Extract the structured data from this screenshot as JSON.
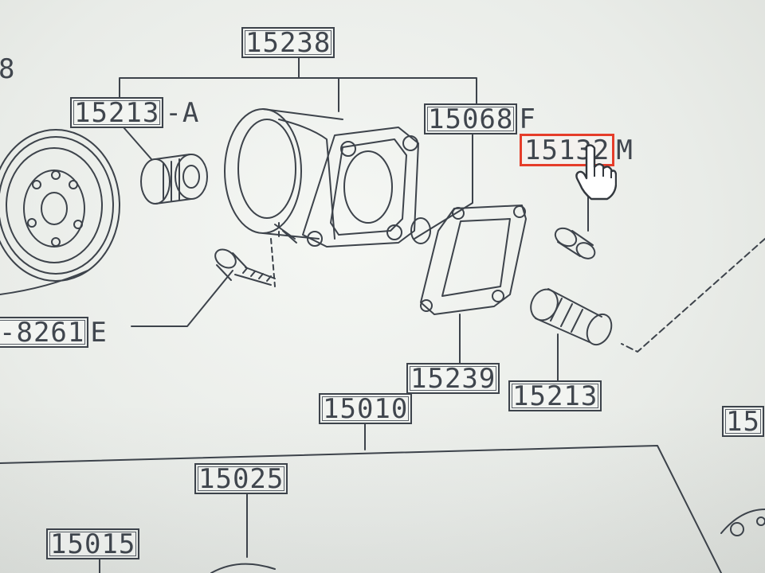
{
  "diagram": {
    "callouts": [
      {
        "id": "c-15238",
        "number": "15238",
        "suffix": ""
      },
      {
        "id": "c-15213a",
        "number": "15213",
        "suffix": "-A"
      },
      {
        "id": "c-15068f",
        "number": "15068",
        "suffix": "F"
      },
      {
        "id": "c-15132m",
        "number": "15132",
        "suffix": "M"
      },
      {
        "id": "c-08261e",
        "number": "-8261",
        "suffix": "E"
      },
      {
        "id": "c-15239",
        "number": "15239",
        "suffix": ""
      },
      {
        "id": "c-15213",
        "number": "15213",
        "suffix": ""
      },
      {
        "id": "c-15010",
        "number": "15010",
        "suffix": ""
      },
      {
        "id": "c-15025",
        "number": "15025",
        "suffix": ""
      },
      {
        "id": "c-15015",
        "number": "15015",
        "suffix": ""
      },
      {
        "id": "c-15x-right",
        "number": "15",
        "suffix": ""
      },
      {
        "id": "c-edge-left",
        "number": "8",
        "suffix": ""
      }
    ],
    "selected_callout": "c-15132m",
    "colors": {
      "line": "#3d434b",
      "selection": "#e53d2a",
      "background": "#eef1ee"
    }
  },
  "cursor": {
    "icon": "hand-pointer-icon"
  }
}
